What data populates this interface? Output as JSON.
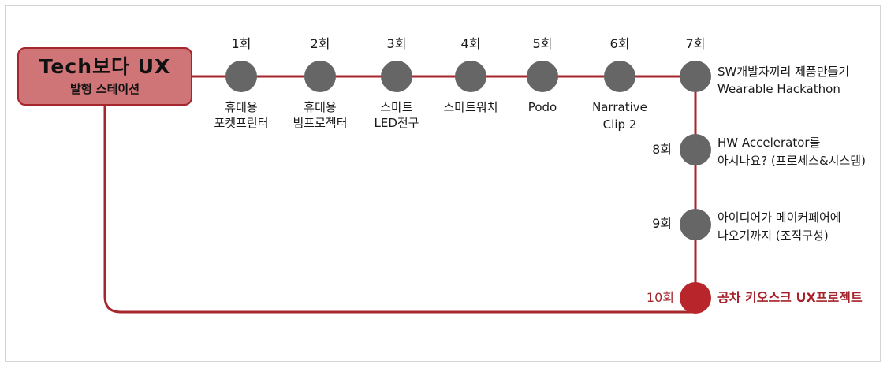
{
  "title": {
    "main": "Tech보다 UX",
    "sub": "발행 스테이션"
  },
  "colors": {
    "line": "#a5262c",
    "node": "#666666",
    "highlight_node": "#b8262b",
    "box_fill": "#cf7477",
    "box_border": "#a5262c"
  },
  "episodes": [
    {
      "number": "1회",
      "caption": [
        "휴대용",
        "포켓프린터"
      ]
    },
    {
      "number": "2회",
      "caption": [
        "휴대용",
        "빔프로젝터"
      ]
    },
    {
      "number": "3회",
      "caption": [
        "스마트",
        "LED전구"
      ]
    },
    {
      "number": "4회",
      "caption": [
        "스마트워치"
      ]
    },
    {
      "number": "5회",
      "caption": [
        "Podo"
      ]
    },
    {
      "number": "6회",
      "caption": [
        "Narrative",
        "Clip 2"
      ]
    },
    {
      "number": "7회",
      "caption": [
        "SW개발자끼리 제품만들기",
        "Wearable Hackathon"
      ]
    },
    {
      "number": "8회",
      "caption": [
        "HW Accelerator를",
        "아시나요? (프로세스&시스템)"
      ]
    },
    {
      "number": "9회",
      "caption": [
        "아이디어가 메이커페어에",
        "나오기까지 (조직구성)"
      ]
    },
    {
      "number": "10회",
      "caption": [
        "공차 키오스크 UX프로젝트"
      ]
    }
  ]
}
